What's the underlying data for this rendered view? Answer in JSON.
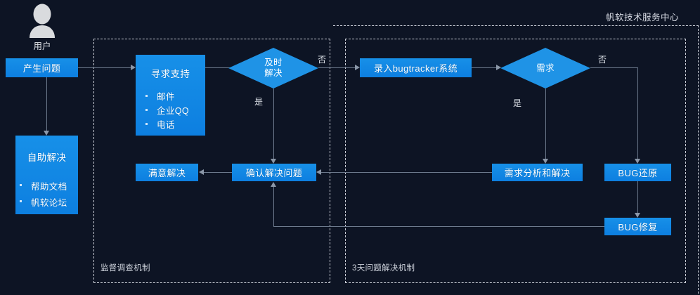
{
  "meta": {
    "background_color": "#0d1424",
    "node_color": "#1185e3",
    "line_color": "#6d7a8d",
    "text_color": "#ffffff",
    "dashed_border_color": "#c9cdd6"
  },
  "actor": {
    "icon": "user-avatar-icon",
    "label": "用户"
  },
  "containers": {
    "outer": {
      "label": "帆软技术服务中心"
    },
    "left_panel": {
      "label": "监督调查机制"
    },
    "right_panel": {
      "label": "3天问题解决机制"
    }
  },
  "nodes": {
    "problem": {
      "label": "产生问题"
    },
    "self_solve": {
      "title": "自助解决",
      "bullets": [
        "帮助文档",
        "帆软论坛"
      ]
    },
    "seek_support": {
      "title": "寻求支持",
      "bullets": [
        "邮件",
        "企业QQ",
        "电话"
      ]
    },
    "satisfied": {
      "label": "满意解决"
    },
    "confirm": {
      "label": "确认解决问题"
    },
    "bugtracker": {
      "label": "录入bugtracker系统"
    },
    "req_analysis": {
      "label": "需求分析和解决"
    },
    "bug_restore": {
      "label": "BUG还原"
    },
    "bug_fix": {
      "label": "BUG修复"
    }
  },
  "decisions": {
    "timely": {
      "line1": "及时",
      "line2": "解决"
    },
    "demand": {
      "line1": "需求",
      "line2": ""
    }
  },
  "edge_labels": {
    "timely_no": "否",
    "timely_yes": "是",
    "demand_no": "否",
    "demand_yes": "是"
  }
}
